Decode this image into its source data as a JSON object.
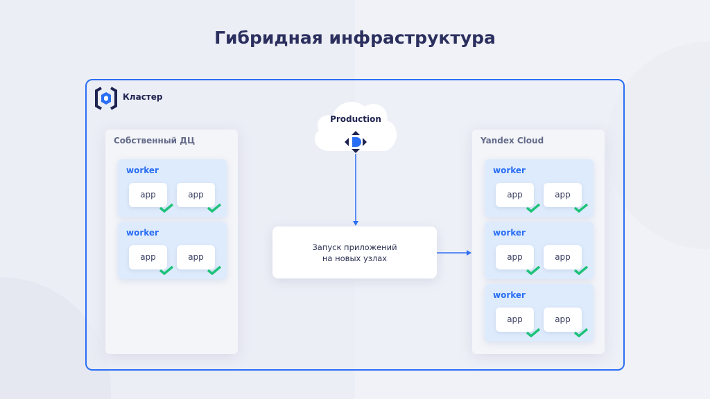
{
  "title": "Гибридная инфраструктура",
  "cluster": {
    "label": "Кластер"
  },
  "cloud": {
    "label": "Production"
  },
  "center": {
    "line1": "Запуск приложений",
    "line2": "на новых узлах"
  },
  "left": {
    "title": "Собственный ДЦ",
    "workers": [
      {
        "label": "worker",
        "apps": [
          "app",
          "app"
        ]
      },
      {
        "label": "worker",
        "apps": [
          "app",
          "app"
        ]
      }
    ]
  },
  "right": {
    "title": "Yandex Cloud",
    "workers": [
      {
        "label": "worker",
        "apps": [
          "app",
          "app"
        ]
      },
      {
        "label": "worker",
        "apps": [
          "app",
          "app"
        ]
      },
      {
        "label": "worker",
        "apps": [
          "app",
          "app"
        ]
      }
    ]
  },
  "colors": {
    "accent": "#2a6ef5",
    "check": "#1fc27a",
    "title": "#2b2f5e"
  }
}
